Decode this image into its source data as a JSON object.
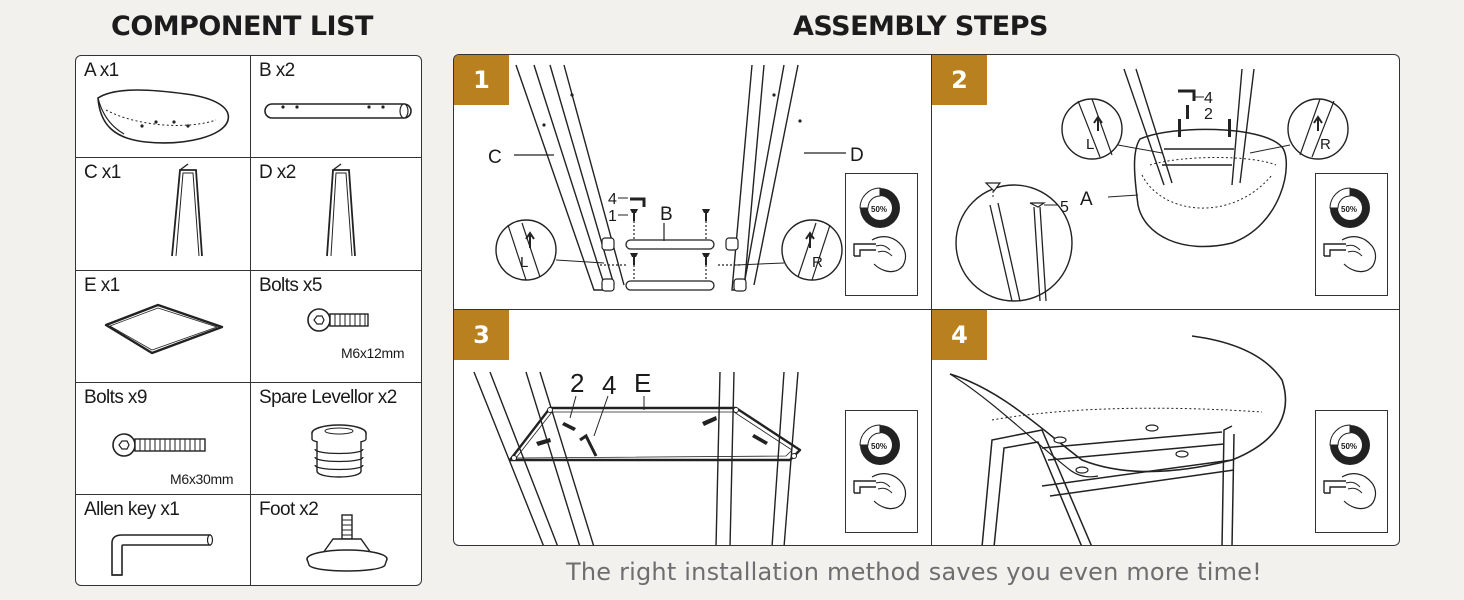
{
  "titles": {
    "components": "COMPONENT LIST",
    "assembly": "ASSEMBLY STEPS"
  },
  "components": [
    {
      "label": "A x1",
      "icon": "seat-shell"
    },
    {
      "label": "B x2",
      "icon": "crossbar-tube"
    },
    {
      "label": "C x1",
      "icon": "leg-frame-c"
    },
    {
      "label": "D x2",
      "icon": "leg-frame-d"
    },
    {
      "label": "E x1",
      "icon": "footrest-ring"
    },
    {
      "label": "Bolts x5",
      "spec": "M6x12mm",
      "icon": "short-bolt"
    },
    {
      "label": "Bolts x9",
      "spec": "M6x30mm",
      "icon": "long-bolt"
    },
    {
      "label": "Spare Levellor x2",
      "icon": "levellor-cap"
    },
    {
      "label": "Allen key x1",
      "icon": "allen-key"
    },
    {
      "label": "Foot x2",
      "icon": "adjustable-foot"
    }
  ],
  "steps": [
    {
      "number": "1",
      "labels": {
        "c": "C",
        "d": "D",
        "b": "B",
        "n4": "4",
        "n1": "1",
        "l": "L",
        "r": "R"
      }
    },
    {
      "number": "2",
      "labels": {
        "n4": "4",
        "n2": "2",
        "l": "L",
        "r": "R",
        "a": "A",
        "n5": "5"
      }
    },
    {
      "number": "3",
      "labels": {
        "n2": "2",
        "n4": "4",
        "e": "E"
      }
    },
    {
      "number": "4",
      "labels": {}
    }
  ],
  "tool": {
    "percent": "50%",
    "icon": "allen-key-hand"
  },
  "tagline": "The right installation method saves you even more time!"
}
